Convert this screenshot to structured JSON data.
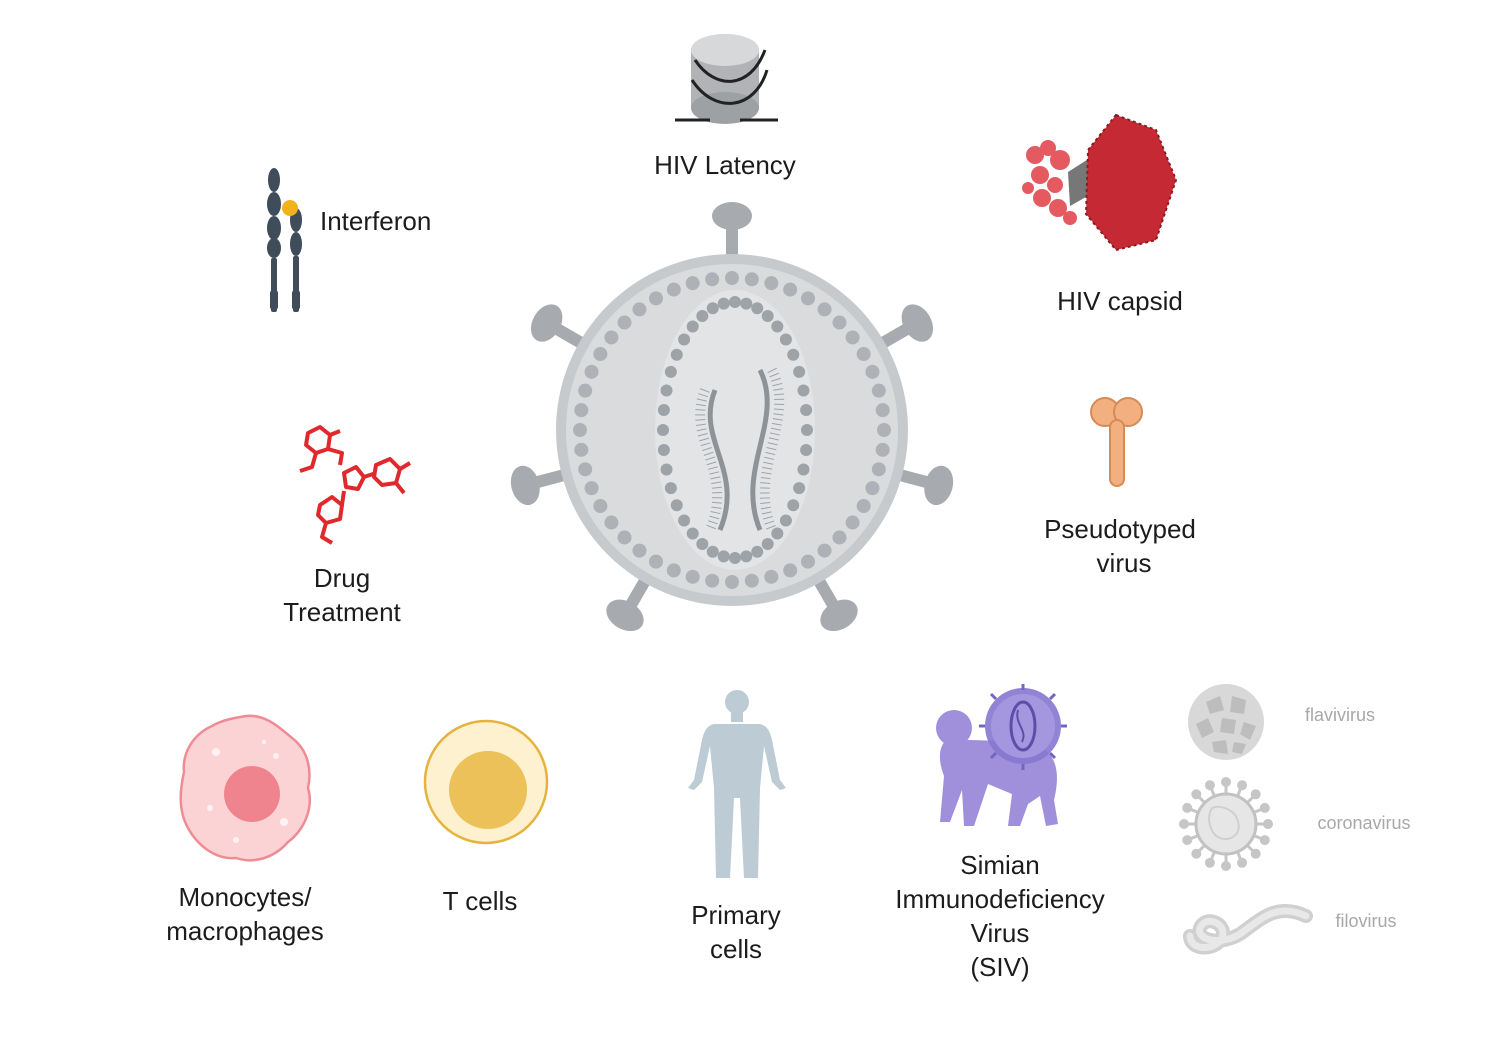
{
  "center": {
    "icon": "hiv-virion-icon"
  },
  "labels": {
    "hiv_latency": "HIV Latency",
    "interferon": "Interferon",
    "hiv_capsid": "HIV capsid",
    "pseudotyped_line1": "Pseudotyped",
    "pseudotyped_line2": "virus",
    "drug_line1": "Drug",
    "drug_line2": "Treatment",
    "monocytes_line1": "Monocytes/",
    "monocytes_line2": "macrophages",
    "t_cells": "T cells",
    "primary_line1": "Primary",
    "primary_line2": "cells",
    "siv_line1": "Simian",
    "siv_line2": "Immunodeficiency",
    "siv_line3": "Virus",
    "siv_line4": "(SIV)",
    "flavivirus": "flavivirus",
    "coronavirus": "coronavirus",
    "filovirus": "filovirus"
  },
  "colors": {
    "virion_gray": "#9ea3a8",
    "capsid_red": "#c8323c",
    "drug_red": "#e0282d",
    "monocyte_pink": "#f6b7bd",
    "tcell_yellow": "#f3d27a",
    "human_blue": "#b9c9d3",
    "siv_purple": "#9a87d4",
    "pseudotyped_orange": "#efa56f"
  }
}
